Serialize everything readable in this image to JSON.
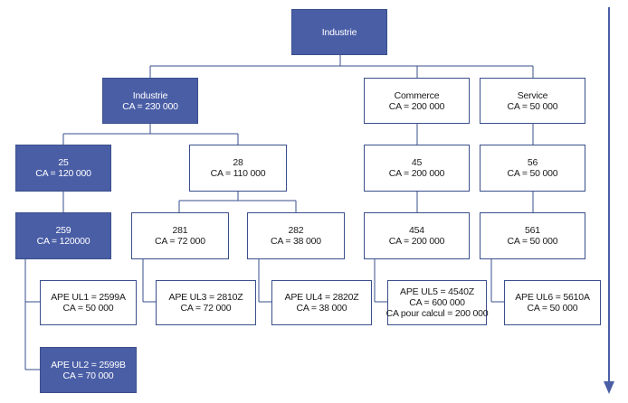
{
  "colors": {
    "dark_fill": "#4a5ea6",
    "border": "#3a4f8c",
    "line": "#3a4f8c",
    "arrow": "#4a5ea6"
  },
  "nodes": {
    "root": {
      "line1": "Industrie"
    },
    "industrie": {
      "line1": "Industrie",
      "line2": "CA = 230 000"
    },
    "commerce": {
      "line1": "Commerce",
      "line2": "CA = 200 000"
    },
    "service": {
      "line1": "Service",
      "line2": "CA = 50 000"
    },
    "n25": {
      "line1": "25",
      "line2": "CA = 120 000"
    },
    "n28": {
      "line1": "28",
      "line2": "CA = 110 000"
    },
    "n45": {
      "line1": "45",
      "line2": "CA = 200 000"
    },
    "n56": {
      "line1": "56",
      "line2": "CA = 50 000"
    },
    "n259": {
      "line1": "259",
      "line2": "CA = 120000"
    },
    "n281": {
      "line1": "281",
      "line2": "CA = 72 000"
    },
    "n282": {
      "line1": "282",
      "line2": "CA = 38 000"
    },
    "n454": {
      "line1": "454",
      "line2": "CA = 200 000"
    },
    "n561": {
      "line1": "561",
      "line2": "CA = 50 000"
    },
    "ul1": {
      "line1": "APE UL1 = 2599A",
      "line2": "CA = 50 000"
    },
    "ul2": {
      "line1": "APE UL2 = 2599B",
      "line2": "CA = 70 000"
    },
    "ul3": {
      "line1": "APE UL3 = 2810Z",
      "line2": "CA = 72 000"
    },
    "ul4": {
      "line1": "APE UL4 = 2820Z",
      "line2": "CA = 38 000"
    },
    "ul5": {
      "line1": "APE UL5 = 4540Z",
      "line2": "CA = 600 000",
      "line3": "CA pour calcul = 200 000"
    },
    "ul6": {
      "line1": "APE UL6 = 5610A",
      "line2": "CA = 50 000"
    }
  }
}
